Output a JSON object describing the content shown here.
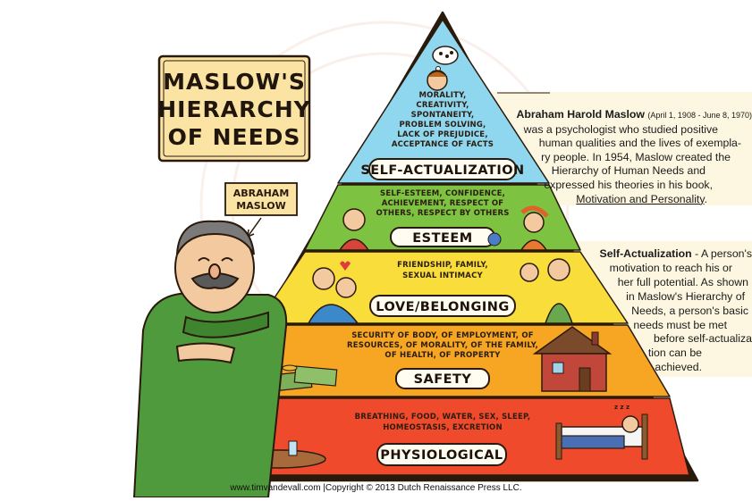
{
  "title": {
    "lines": [
      "MASLOW'S",
      "HIERARCHY",
      "OF NEEDS"
    ]
  },
  "person_label": {
    "lines": [
      "ABRAHAM",
      "MASLOW"
    ]
  },
  "levels": [
    {
      "label": "SELF-ACTUALIZATION",
      "text_lines": [
        "MORALITY,",
        "CREATIVITY,",
        "SPONTANEITY,",
        "PROBLEM SOLVING,",
        "LACK OF PREJUDICE,",
        "ACCEPTANCE OF FACTS"
      ],
      "color": "#8fd6ef"
    },
    {
      "label": "ESTEEM",
      "text_lines": [
        "SELF-ESTEEM, CONFIDENCE,",
        "ACHIEVEMENT, RESPECT OF",
        "OTHERS, RESPECT BY OTHERS"
      ],
      "color": "#7dc241"
    },
    {
      "label": "LOVE/BELONGING",
      "text_lines": [
        "FRIENDSHIP, FAMILY,",
        "SEXUAL INTIMACY"
      ],
      "color": "#f9dd3a"
    },
    {
      "label": "SAFETY",
      "text_lines": [
        "SECURITY OF BODY, OF EMPLOYMENT, OF",
        "RESOURCES, OF MORALITY, OF THE FAMILY,",
        "OF HEALTH, OF PROPERTY"
      ],
      "color": "#f6a623"
    },
    {
      "label": "PHYSIOLOGICAL",
      "text_lines": [
        "BREATHING, FOOD, WATER, SEX, SLEEP,",
        "HOMEOSTASIS, EXCRETION"
      ],
      "color": "#ef4a2c"
    }
  ],
  "bio": {
    "name": "Abraham Harold Maslow",
    "dates": "(April 1, 1908 - June 8, 1970)",
    "lines": [
      "was a psychologist who studied positive",
      "human qualities and the lives of exempla-",
      "ry people. In 1954, Maslow created the",
      "Hierarchy of Human Needs and",
      "expressed his theories in his book,"
    ],
    "book": "Motivation and Personality",
    "book_suffix": "."
  },
  "definition": {
    "term": "Self-Actualization",
    "lines_after_term": " - A person's",
    "lines": [
      "motivation to reach his or",
      "her full potential. As shown",
      "in Maslow's Hierarchy of",
      "Needs, a person's basic",
      "needs must be met",
      "before self-actualiza",
      "tion can be",
      "achieved."
    ]
  },
  "footer": "www.timvandevall.com |Copyright © 2013 Dutch Renaissance Press LLC.",
  "colors": {
    "title_bg": "#fbe3a3",
    "panel_bg": "#fdf6e0",
    "outline": "#2a1a0c"
  }
}
